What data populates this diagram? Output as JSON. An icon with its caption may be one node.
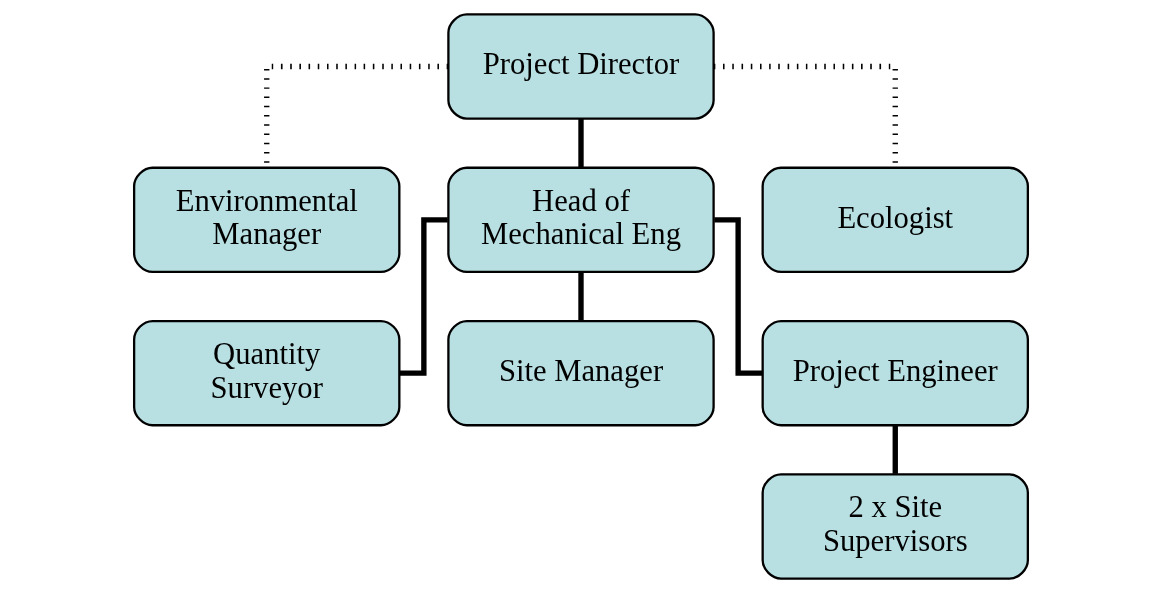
{
  "diagram": {
    "nodes": [
      {
        "text": [
          "Project Director"
        ]
      },
      {
        "text": [
          "Environmental Manager"
        ]
      },
      {
        "text": [
          "Head of Mechanical Eng"
        ]
      },
      {
        "text": [
          "Ecologist"
        ]
      },
      {
        "text": [
          "Quantity Surveyor"
        ]
      },
      {
        "text": [
          "Site Manager"
        ]
      },
      {
        "text": [
          "Project Engineer"
        ]
      },
      {
        "text": [
          "2 x Site Supervisors"
        ]
      }
    ],
    "edges": [
      {
        "from": 0,
        "to": 1,
        "arrow": "none",
        "style": "dashed"
      },
      {
        "from": 0,
        "to": 2,
        "arrow": "none"
      },
      {
        "from": 0,
        "to": 3,
        "arrow": "none",
        "style": "dashed"
      },
      {
        "from": 2,
        "to": 4,
        "arrow": "none"
      },
      {
        "from": 2,
        "to": 5,
        "arrow": "none"
      },
      {
        "from": 2,
        "to": 6,
        "arrow": "none"
      },
      {
        "from": 6,
        "to": 7,
        "arrow": "none"
      }
    ]
  }
}
